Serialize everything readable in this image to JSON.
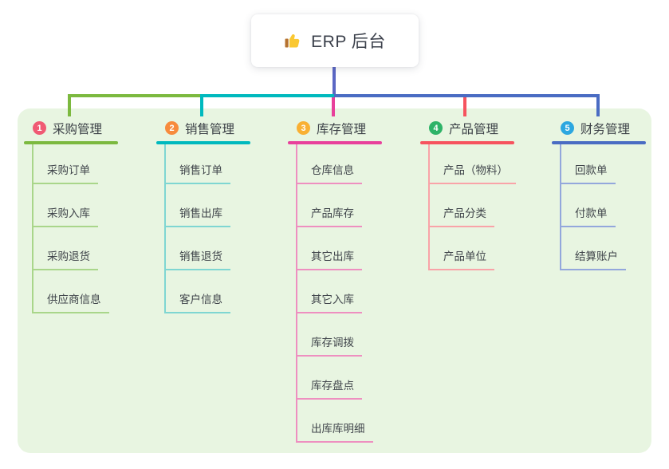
{
  "root": {
    "label": "ERP 后台",
    "icon": "thumbs-up-icon",
    "icon_colors": {
      "hand": "#fac832",
      "cuff": "#b5722f"
    }
  },
  "colors": {
    "panel_background": "#e8f5e1",
    "root_connector": "#5b67c4",
    "root_text": "#3b404b",
    "branch_text": "#3c4147",
    "child_text": "#40454b"
  },
  "branches": [
    {
      "index": "1",
      "label": "采购管理",
      "badge_color": "#f05a73",
      "line_color": "#7cb93f",
      "light_line_color": "#a9d68a",
      "children": [
        "采购订单",
        "采购入库",
        "采购退货",
        "供应商信息"
      ]
    },
    {
      "index": "2",
      "label": "销售管理",
      "badge_color": "#f78b3d",
      "line_color": "#00b9be",
      "light_line_color": "#7fd6d2",
      "children": [
        "销售订单",
        "销售出库",
        "销售退货",
        "客户信息"
      ]
    },
    {
      "index": "3",
      "label": "库存管理",
      "badge_color": "#f9b033",
      "line_color": "#e8409b",
      "light_line_color": "#ee8fc0",
      "children": [
        "仓库信息",
        "产品库存",
        "其它出库",
        "其它入库",
        "库存调拨",
        "库存盘点",
        "出库库明细"
      ]
    },
    {
      "index": "4",
      "label": "产品管理",
      "badge_color": "#2eb368",
      "line_color": "#f6535e",
      "light_line_color": "#f9a3a8",
      "children": [
        "产品（物料）",
        "产品分类",
        "产品单位"
      ]
    },
    {
      "index": "5",
      "label": "财务管理",
      "badge_color": "#2ca7e0",
      "line_color": "#4a6cc3",
      "light_line_color": "#93a7dc",
      "children": [
        "回款单",
        "付款单",
        "结算账户"
      ]
    }
  ]
}
